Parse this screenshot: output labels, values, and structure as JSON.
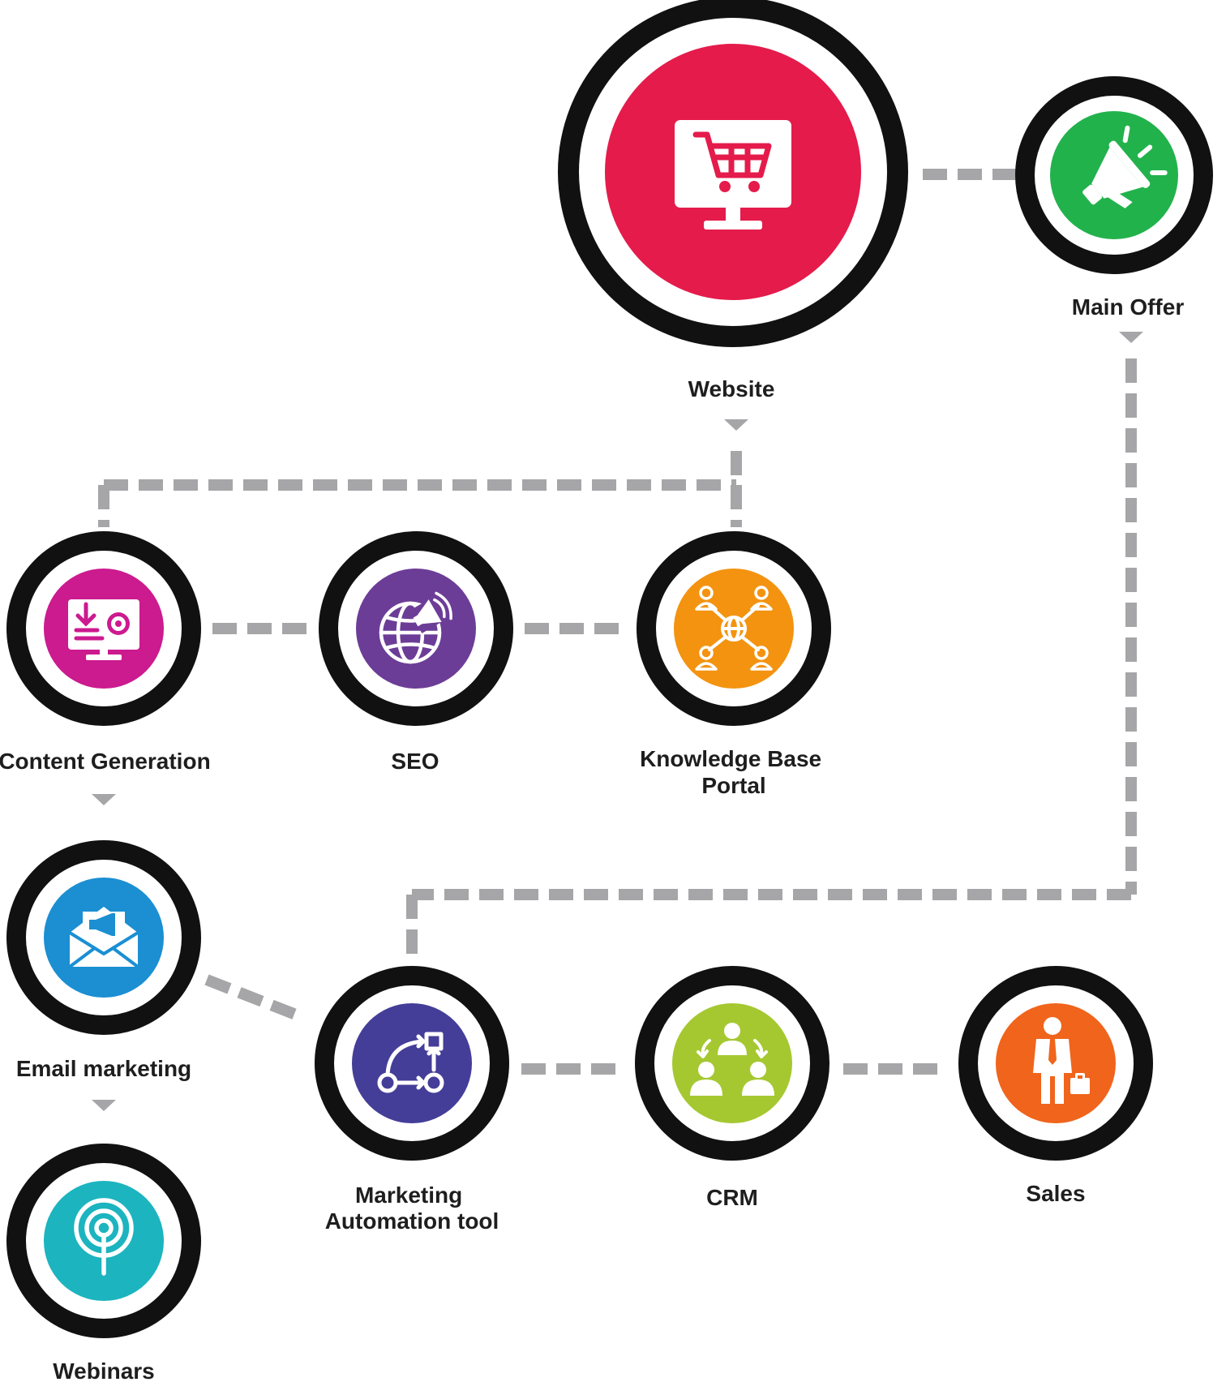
{
  "nodes": {
    "website": {
      "label": [
        "Website"
      ],
      "color": "#e41b4b",
      "icon": "shopping-cart-monitor-icon"
    },
    "main_offer": {
      "label": [
        "Main Offer"
      ],
      "color": "#22b24c",
      "icon": "megaphone-icon"
    },
    "content": {
      "label": [
        "Content Generation"
      ],
      "color": "#cc1a8f",
      "icon": "monitor-download-gear-icon"
    },
    "seo": {
      "label": [
        "SEO"
      ],
      "color": "#6c3d97",
      "icon": "globe-megaphone-icon"
    },
    "knowledge": {
      "label": [
        "Knowledge Base",
        "Portal"
      ],
      "color": "#f39310",
      "icon": "network-people-icon"
    },
    "email": {
      "label": [
        "Email marketing"
      ],
      "color": "#1b8fd2",
      "icon": "envelope-megaphone-icon"
    },
    "webinars": {
      "label": [
        "Webinars"
      ],
      "color": "#1cb4bf",
      "icon": "broadcast-antenna-icon"
    },
    "automation": {
      "label": [
        "Marketing",
        "Automation tool"
      ],
      "color": "#443e98",
      "icon": "workflow-icon"
    },
    "crm": {
      "label": [
        "CRM"
      ],
      "color": "#a5c831",
      "icon": "team-meeting-icon"
    },
    "sales": {
      "label": [
        "Sales"
      ],
      "color": "#f0641c",
      "icon": "businessman-briefcase-icon"
    }
  },
  "connector_color": "#a6a6a8",
  "ring_color": "#111111"
}
